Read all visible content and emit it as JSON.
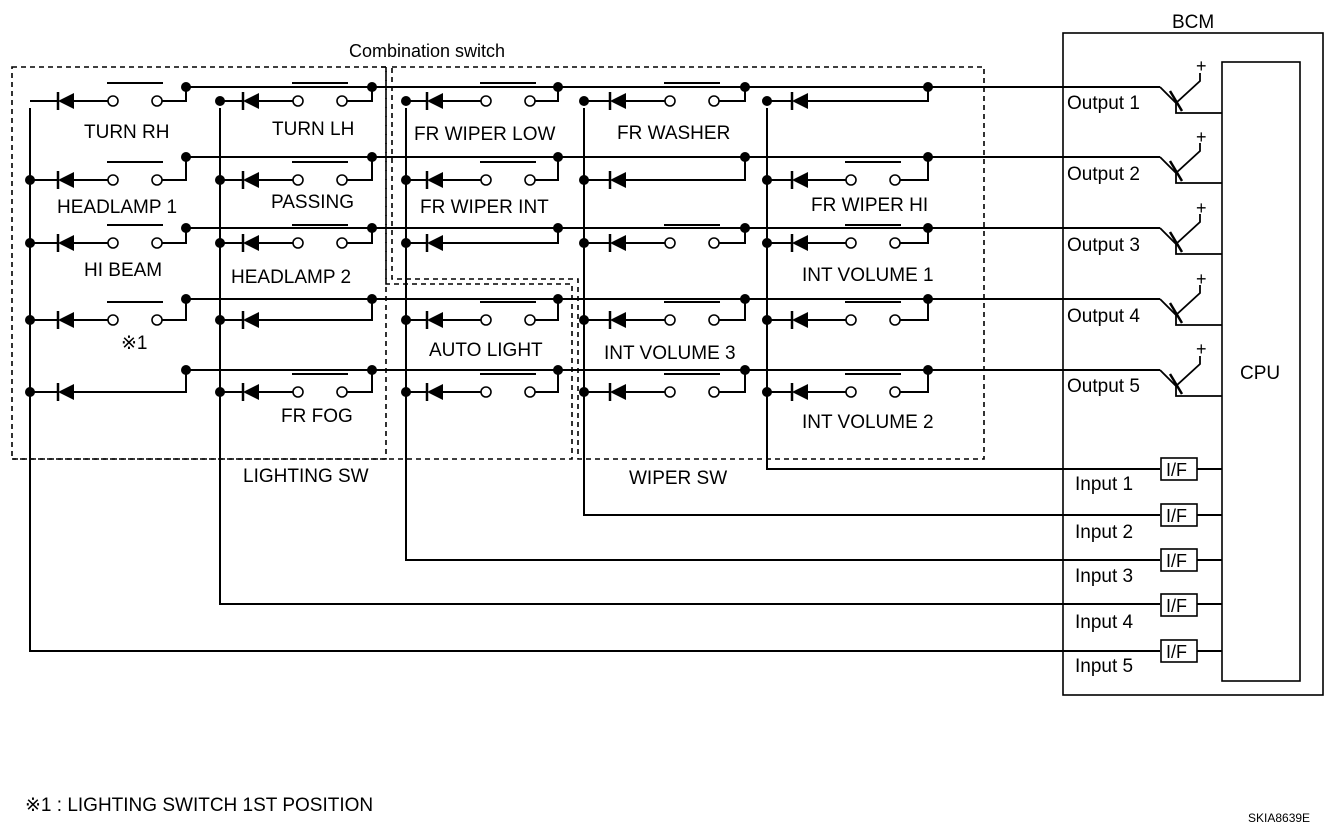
{
  "labels": {
    "bcm": "BCM",
    "cpu": "CPU",
    "combination_switch": "Combination switch",
    "lighting_sw": "LIGHTING SW",
    "wiper_sw": "WIPER SW",
    "footnote": "※1 : LIGHTING SWITCH 1ST POSITION",
    "figure_id": "SKIA8639E",
    "interface": "I/F",
    "plus": "+"
  },
  "outputs": [
    "Output 1",
    "Output 2",
    "Output 3",
    "Output 4",
    "Output 5"
  ],
  "inputs": [
    "Input 1",
    "Input 2",
    "Input 3",
    "Input 4",
    "Input 5"
  ],
  "switches": {
    "turn_rh": "TURN RH",
    "turn_lh": "TURN LH",
    "fr_wiper_low": "FR WIPER LOW",
    "fr_washer": "FR WASHER",
    "headlamp_1": "HEADLAMP 1",
    "passing": "PASSING",
    "fr_wiper_int": "FR WIPER INT",
    "fr_wiper_hi": "FR WIPER HI",
    "hi_beam": "HI BEAM",
    "headlamp_2": "HEADLAMP 2",
    "int_volume_1": "INT VOLUME 1",
    "note_1": "※1",
    "auto_light": "AUTO LIGHT",
    "int_volume_3": "INT VOLUME 3",
    "fr_fog": "FR FOG",
    "int_volume_2": "INT VOLUME 2"
  }
}
